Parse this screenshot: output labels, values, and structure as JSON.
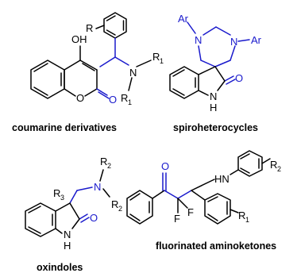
{
  "colors": {
    "bond": "#000000",
    "highlight": "#1a1acc",
    "background": "#ffffff"
  },
  "captions": {
    "coumarine": "coumarine derivatives",
    "spiro": "spiroheterocycles",
    "oxindoles": "oxindoles",
    "fluorinated": "fluorinated aminoketones"
  },
  "atoms": {
    "OH": "OH",
    "O": "O",
    "N": "N",
    "Ar": "Ar",
    "H": "H",
    "HN": "HN",
    "F": "F",
    "R": "R",
    "R1": "R",
    "R2": "R",
    "R3": "R",
    "sub1": "1",
    "sub2": "2",
    "sub3": "3"
  }
}
